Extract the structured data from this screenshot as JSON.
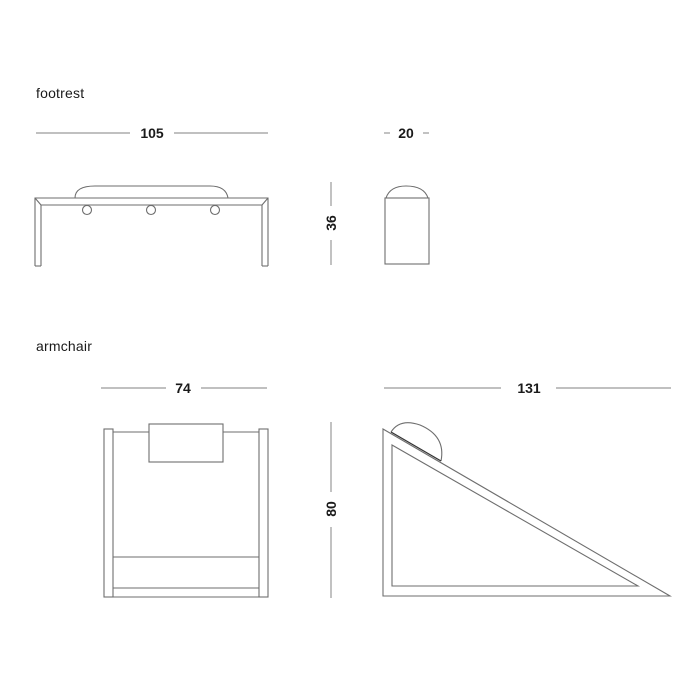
{
  "sections": {
    "footrest": {
      "title": "footrest",
      "dimensions": {
        "width": "105",
        "depth": "20",
        "height": "36"
      }
    },
    "armchair": {
      "title": "armchair",
      "dimensions": {
        "width": "74",
        "depth": "131",
        "height": "80"
      }
    }
  },
  "colors": {
    "line": "#6e6e6e",
    "dimension_line": "#9a9a9a",
    "text": "#1a1a1a",
    "background": "#ffffff"
  }
}
